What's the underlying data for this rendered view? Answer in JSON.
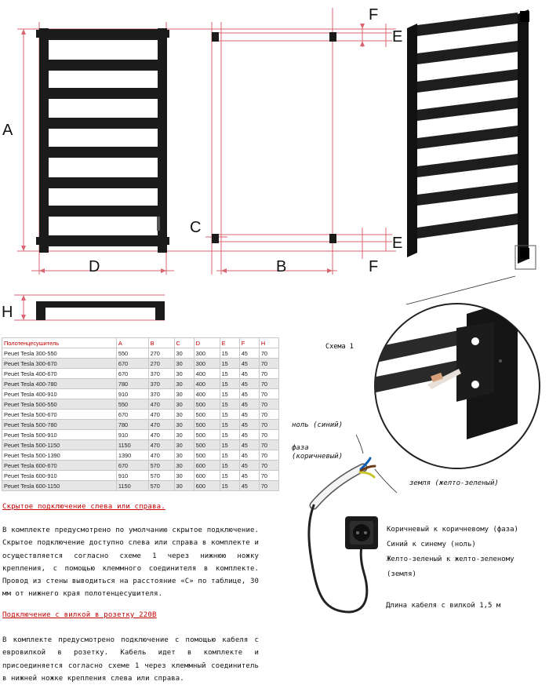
{
  "dimension_letters": {
    "A": "A",
    "B": "B",
    "C": "C",
    "D": "D",
    "E": "E",
    "F": "F",
    "H": "H"
  },
  "schema_label": "Схема 1",
  "table": {
    "headers": [
      "Полотенцесушитель",
      "A",
      "B",
      "C",
      "D",
      "E",
      "F",
      "H"
    ],
    "rows": [
      [
        "Peuet Tesla 300-550",
        "550",
        "270",
        "30",
        "300",
        "15",
        "45",
        "70"
      ],
      [
        "Peuet Tesla 300-670",
        "670",
        "270",
        "30",
        "300",
        "15",
        "45",
        "70"
      ],
      [
        "Peuet Tesla 400-670",
        "670",
        "370",
        "30",
        "400",
        "15",
        "45",
        "70"
      ],
      [
        "Peuet Tesla 400-780",
        "780",
        "370",
        "30",
        "400",
        "15",
        "45",
        "70"
      ],
      [
        "Peuet Tesla 400-910",
        "910",
        "370",
        "30",
        "400",
        "15",
        "45",
        "70"
      ],
      [
        "Peuet Tesla 500-550",
        "550",
        "470",
        "30",
        "500",
        "15",
        "45",
        "70"
      ],
      [
        "Peuet Tesla 500-670",
        "670",
        "470",
        "30",
        "500",
        "15",
        "45",
        "70"
      ],
      [
        "Peuet Tesla 500-780",
        "780",
        "470",
        "30",
        "500",
        "15",
        "45",
        "70"
      ],
      [
        "Peuet Tesla 500-910",
        "910",
        "470",
        "30",
        "500",
        "15",
        "45",
        "70"
      ],
      [
        "Peuet Tesla 500-1150",
        "1150",
        "470",
        "30",
        "500",
        "15",
        "45",
        "70"
      ],
      [
        "Peuet Tesla 500-1390",
        "1390",
        "470",
        "30",
        "500",
        "15",
        "45",
        "70"
      ],
      [
        "Peuet Tesla 600-670",
        "670",
        "570",
        "30",
        "600",
        "15",
        "45",
        "70"
      ],
      [
        "Peuet Tesla 600-910",
        "910",
        "570",
        "30",
        "600",
        "15",
        "45",
        "70"
      ],
      [
        "Peuet Tesla 600-1150",
        "1150",
        "570",
        "30",
        "600",
        "15",
        "45",
        "70"
      ]
    ]
  },
  "section1": {
    "heading": "Скрытое подключение слева или справа.",
    "text": "В комплекте предусмотрено по умолчанию скрытое подключение. Скрытое подключение доступно слева или справа в комплекте и осуществляется согласно схеме 1 через нижнюю ножку крепления, с помощью клеммного соединителя в комплекте. Провод из стены выводиться на расстояние «С» по таблице, 30 мм от нижнего края полотенцесушителя."
  },
  "section2": {
    "heading": "Подключение с вилкой в розетку 220В",
    "text": "В комплекте предусмотрено подключение с помощью кабеля с евровилкой в розетку. Кабель идет в комплекте и присоединяется согласно схеме 1 через клеммный соединитель в нижней ножке крепления слева или справа."
  },
  "wires": {
    "neutral": "ноль (синий)",
    "phase": "фаза (коричневый)",
    "ground": "земля (желто-зеленый)"
  },
  "legend": [
    "Коричневый к коричневому (фаза)",
    "Синий к синему (ноль)",
    "Желто-зеленый к желто-зеленому (земля)"
  ],
  "cable_length": "Длина кабеля с вилкой 1,5 м",
  "colors": {
    "accent": "#c00000",
    "dim_line": "#d9666f",
    "product": "#1b1b1b"
  }
}
